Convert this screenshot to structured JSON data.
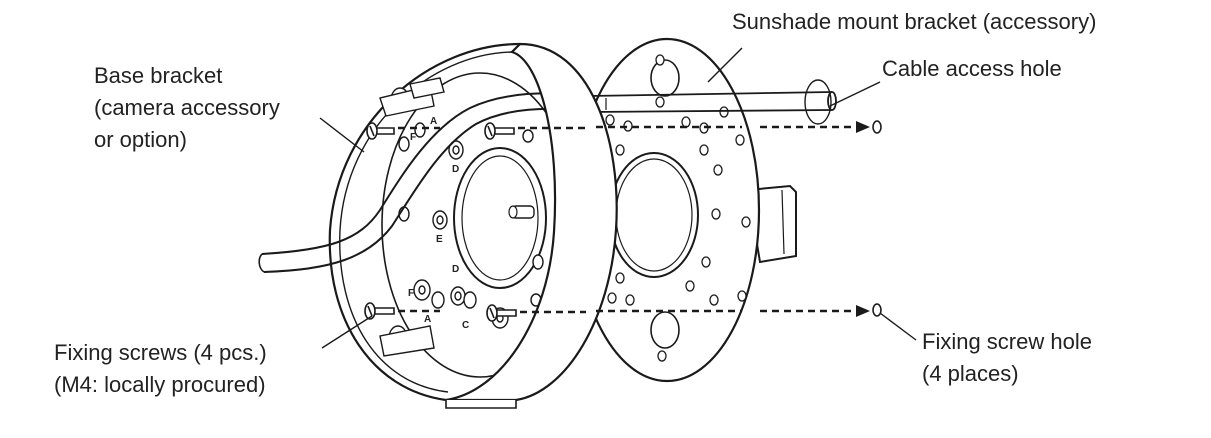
{
  "colors": {
    "line": "#1a1a1a",
    "fill": "#ffffff",
    "text": "#222222"
  },
  "labels": {
    "sunshade_bracket": "Sunshade mount bracket (accessory)",
    "cable_access_hole": "Cable access hole",
    "base_bracket": [
      "Base bracket",
      "(camera accessory",
      "or option)"
    ],
    "fixing_screws": [
      "Fixing screws (4 pcs.)",
      "(M4: locally procured)"
    ],
    "fixing_screw_hole": [
      "Fixing screw hole",
      "(4 places)"
    ]
  },
  "markings": {
    "a": "A",
    "c": "C",
    "d": "D",
    "e": "E",
    "f": "F"
  }
}
